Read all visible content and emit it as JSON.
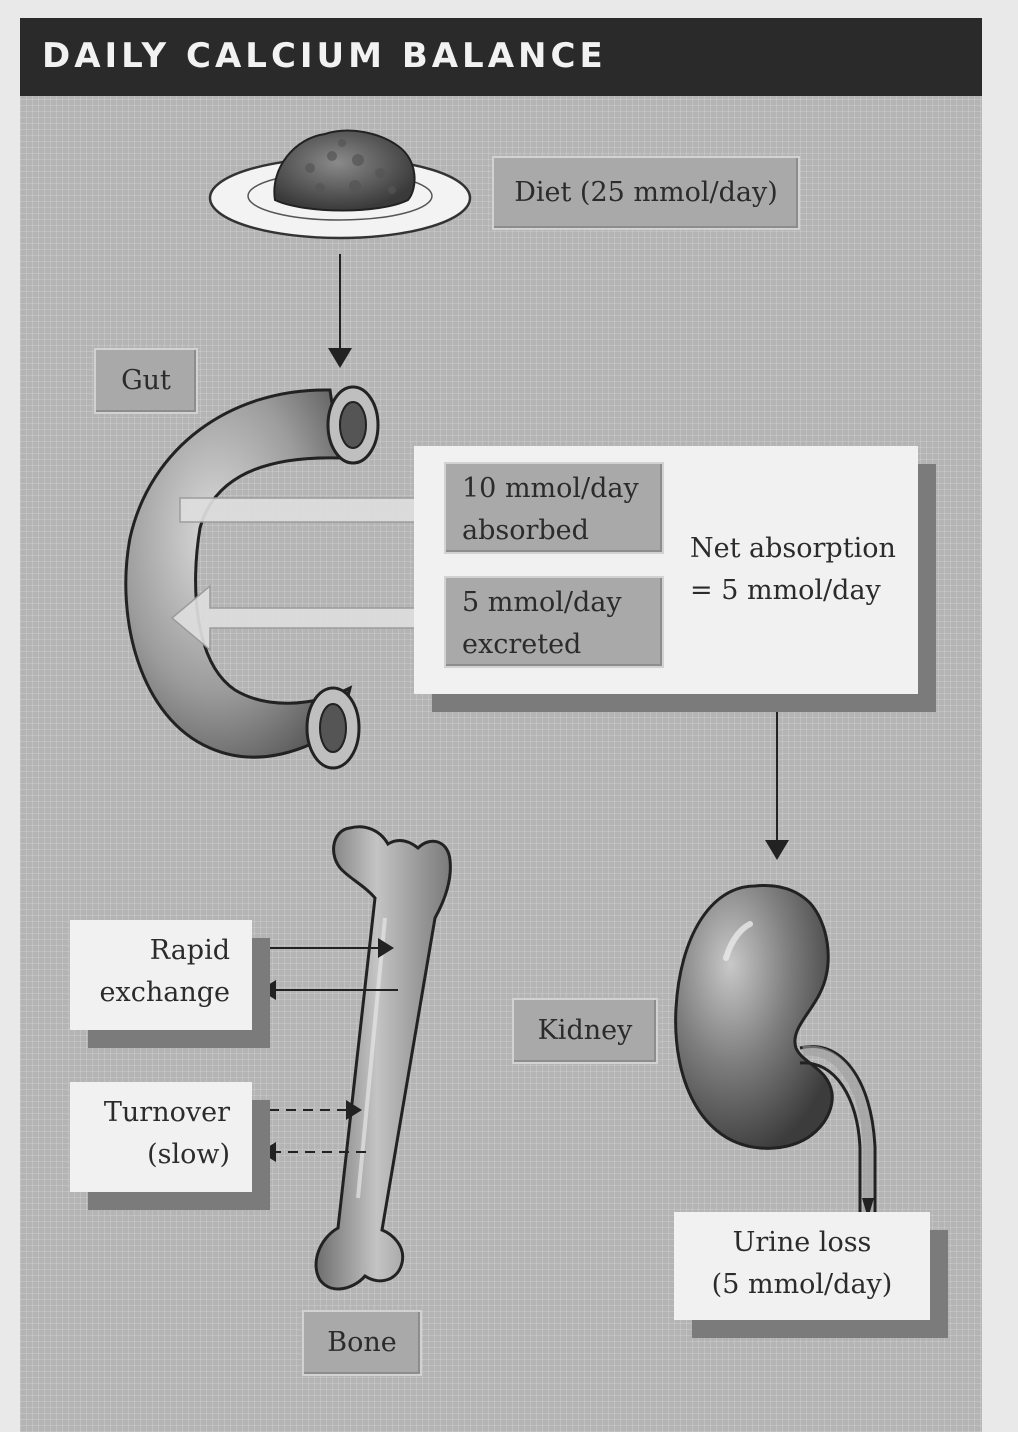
{
  "header": {
    "title": "DAILY CALCIUM BALANCE"
  },
  "diet": {
    "label": "Diet (25 mmol/day)"
  },
  "gut": {
    "label": "Gut",
    "absorbed": [
      "10 mmol/day",
      "absorbed"
    ],
    "excreted": [
      "5 mmol/day",
      "excreted"
    ],
    "net": [
      "Net absorption",
      "= 5 mmol/day"
    ]
  },
  "bone": {
    "label": "Bone",
    "rapid": [
      "Rapid",
      "exchange"
    ],
    "turnover": [
      "Turnover",
      "(slow)"
    ]
  },
  "kidney": {
    "label": "Kidney",
    "urine": [
      "Urine loss",
      "(5 mmol/day)"
    ]
  }
}
